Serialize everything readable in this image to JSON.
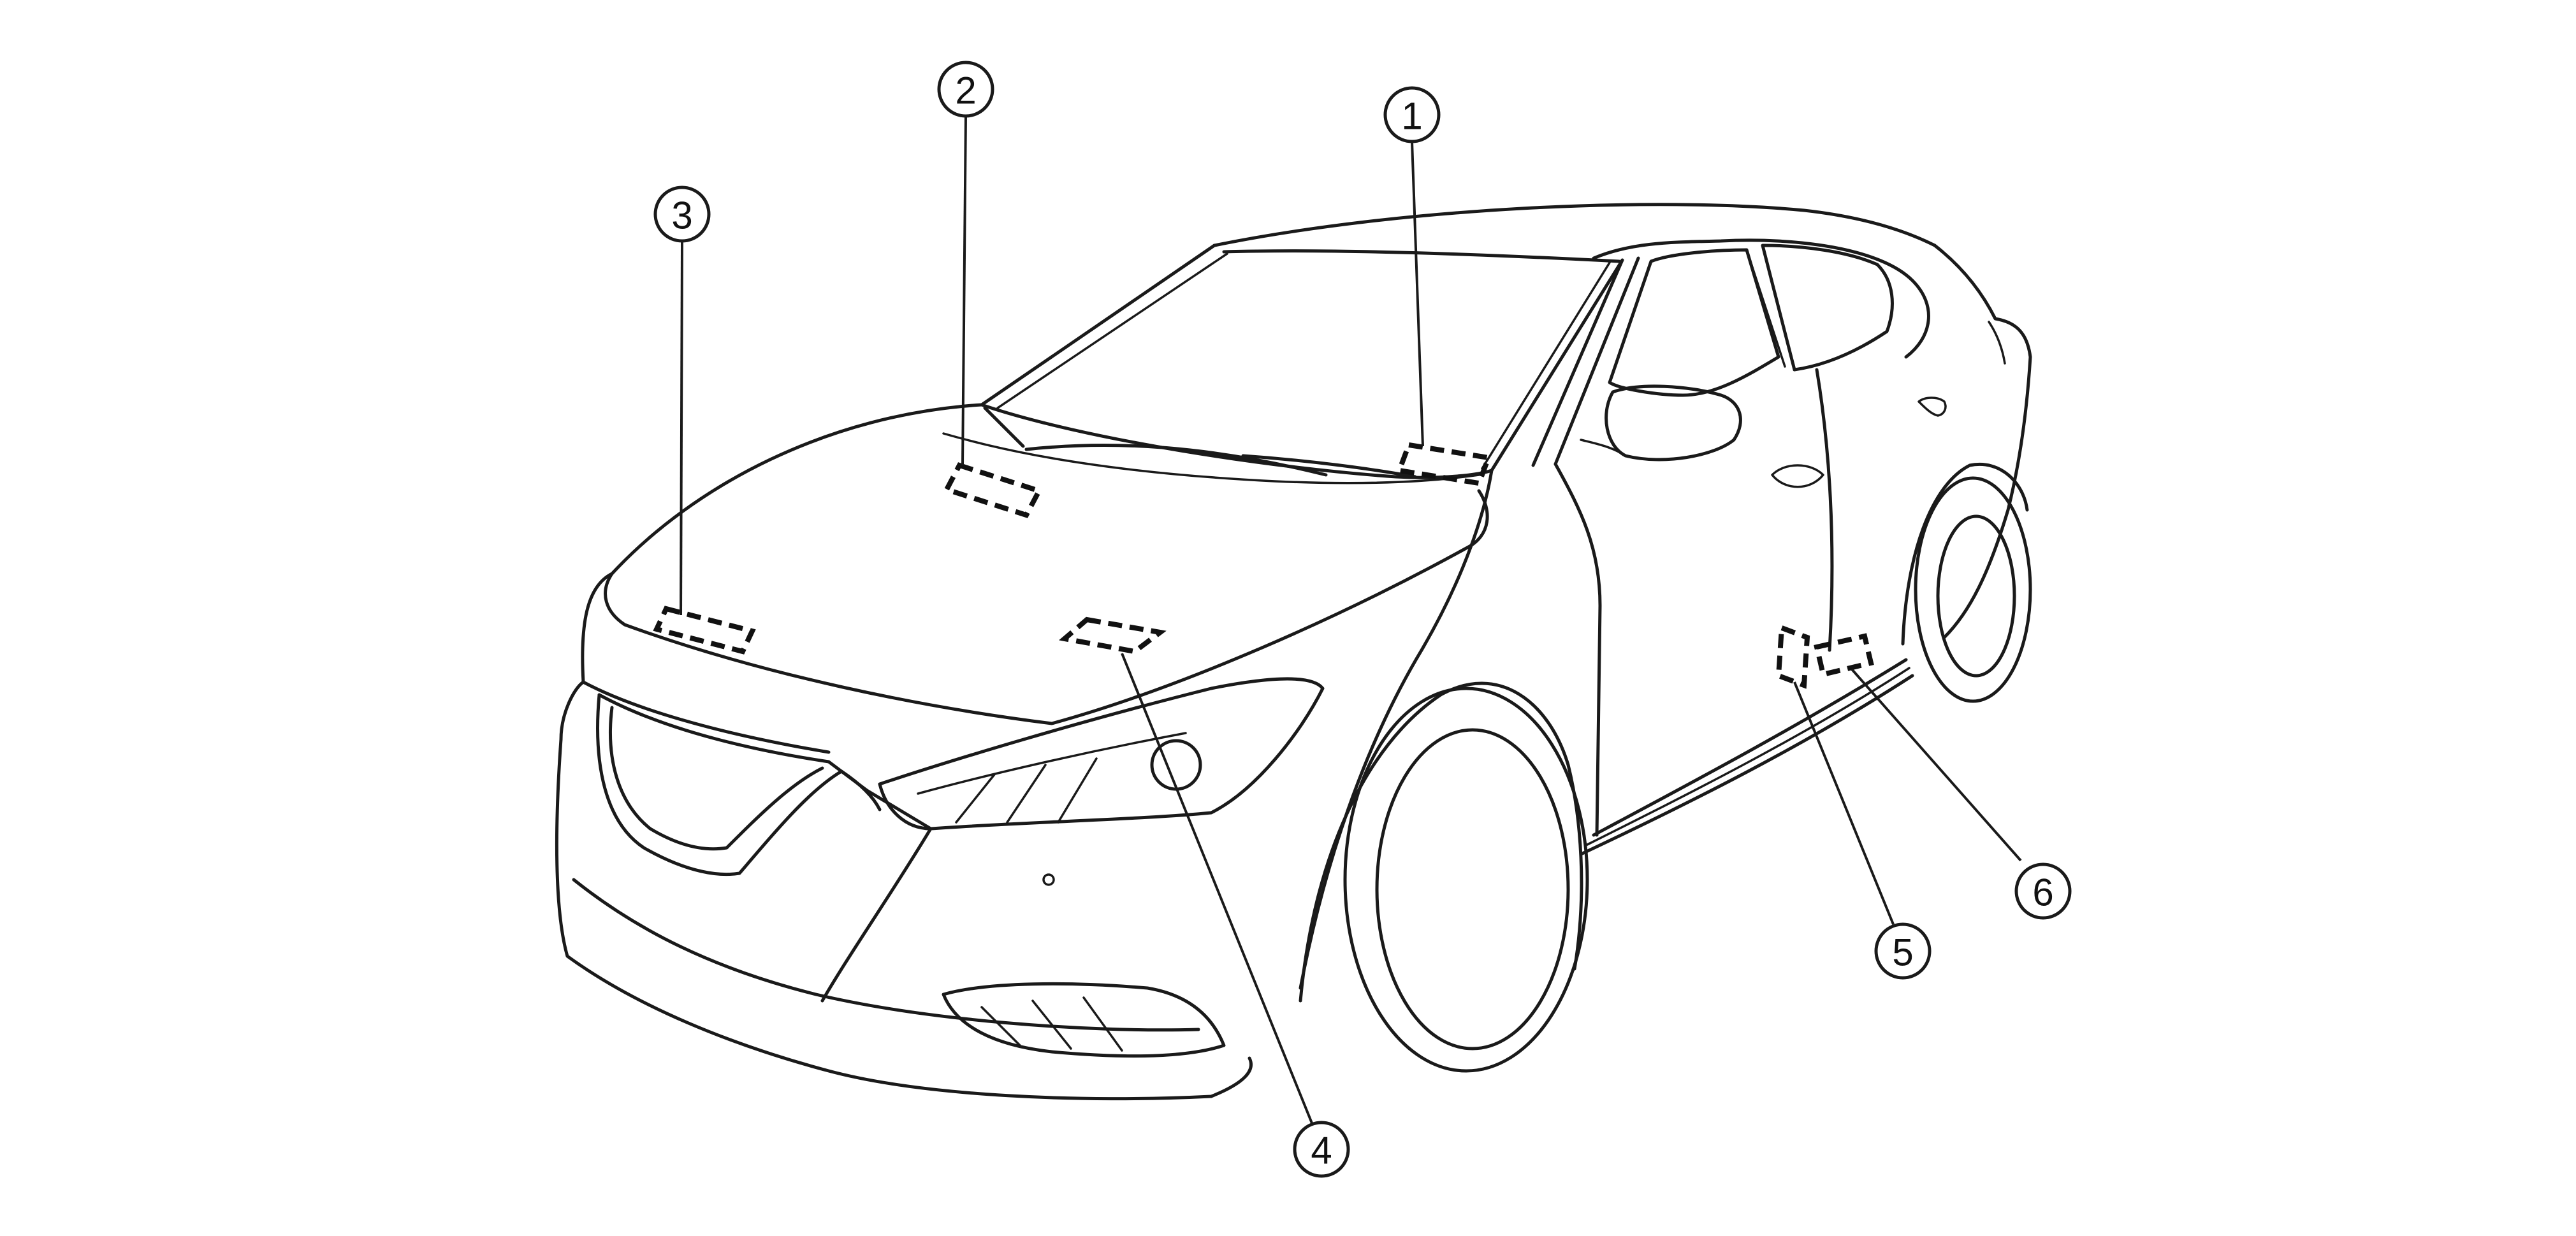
{
  "diagram": {
    "line_color": "#1a1a1a",
    "callouts": [
      {
        "number": "1"
      },
      {
        "number": "2"
      },
      {
        "number": "3"
      },
      {
        "number": "4"
      },
      {
        "number": "5"
      },
      {
        "number": "6"
      }
    ]
  }
}
